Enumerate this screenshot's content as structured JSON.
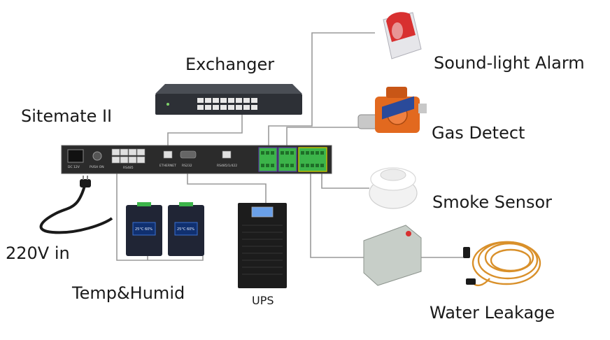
{
  "labels": {
    "exchanger": "Exchanger",
    "sitemate": "Sitemate II",
    "power_in": "220V in",
    "temp_humid": "Temp&Humid",
    "ups": "UPS",
    "sound_light_alarm": "Sound-light Alarm",
    "gas_detect": "Gas Detect",
    "smoke_sensor": "Smoke Sensor",
    "water_leakage": "Water Leakage"
  },
  "device_panel": {
    "power_port": "DC 12V",
    "power_switch": "PUSH ON",
    "rs485_ports": "RS485",
    "ethernet_port": "ETHERNET",
    "rs232_port": "RS232",
    "rs485_1_port": "RS485/1/422"
  },
  "sensor_display": {
    "reading_1": "25°C 60%",
    "reading_2": "25°C 60%"
  },
  "colors": {
    "connector_line": "#9a9a9a",
    "device_body": "#2b2b2b",
    "terminal_green": "#3cb44a",
    "gas_detector_orange": "#e2691f",
    "alarm_red": "#d83030",
    "cable_orange": "#d9902a"
  }
}
